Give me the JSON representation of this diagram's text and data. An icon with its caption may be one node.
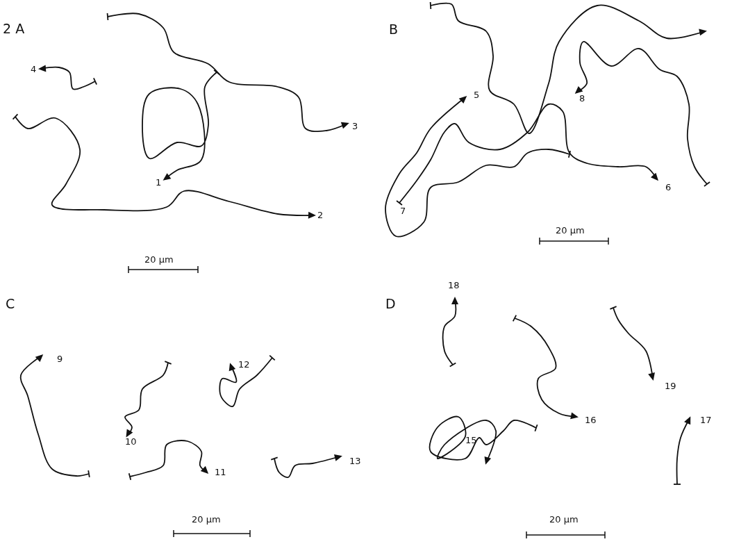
{
  "diagram": {
    "labels": [
      "2 A",
      "B",
      "4",
      "5",
      "8",
      "3",
      "1",
      "7",
      "6",
      "2",
      "20 µm",
      "20 µm",
      "C",
      "D",
      "18",
      "9",
      "12",
      "19",
      "10",
      "16",
      "17",
      "15",
      "11",
      "13",
      "20 µm",
      "20 µm"
    ]
  }
}
